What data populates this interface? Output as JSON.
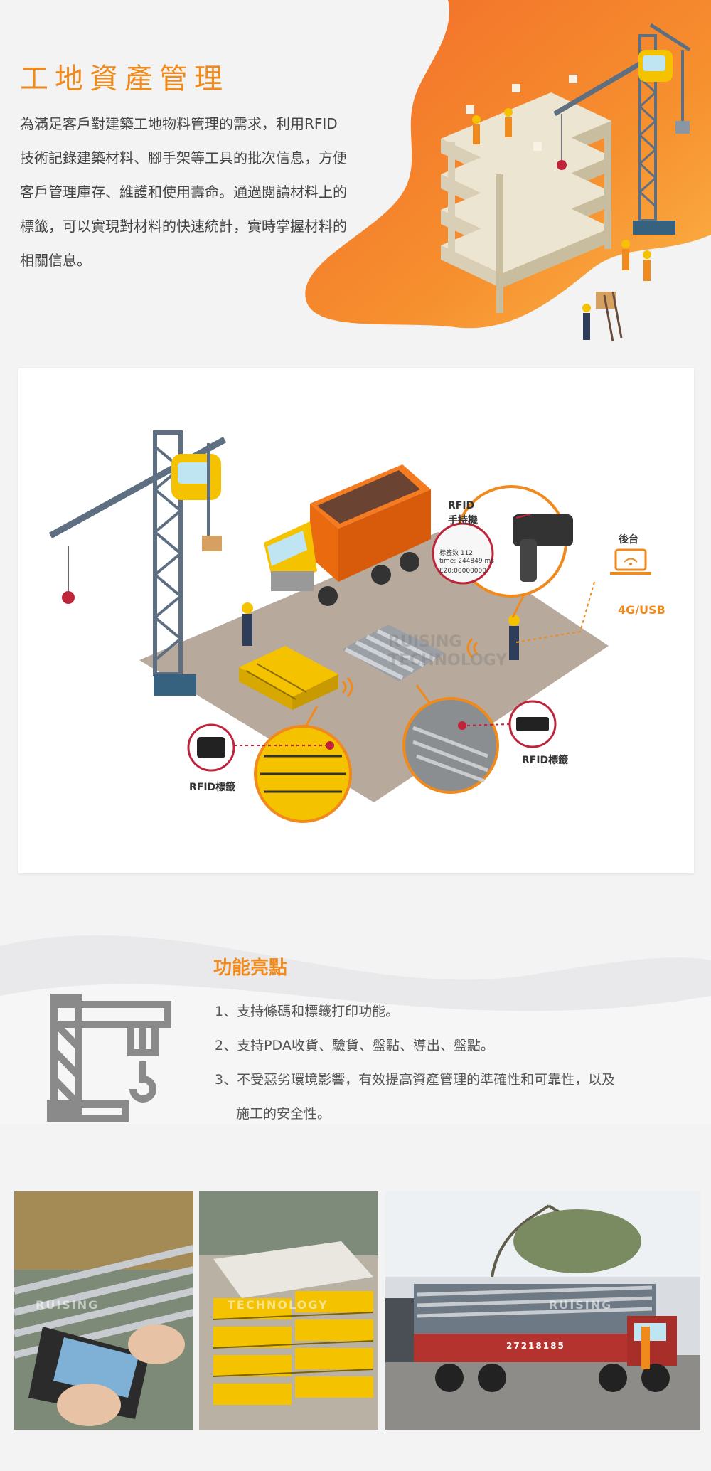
{
  "hero": {
    "title": "工地資產管理",
    "lines": [
      "為滿足客戶對建築工地物料管理的需求，利用RFID",
      "技術記錄建築材料、腳手架等工具的批次信息，方便",
      "客戶管理庫存、維護和使用壽命。通過閱讀材料上的",
      "標籤，可以實現對材料的快速統計，實時掌握材料的",
      "相關信息。"
    ]
  },
  "diagram": {
    "handheld_label_1": "RFID",
    "handheld_label_2": "手持機",
    "backend_label": "後台",
    "link_label": "4G/USB",
    "tag_label_left": "RFID標籤",
    "tag_label_right": "RFID標籤",
    "screen_line_1": "标签数 112",
    "screen_line_2": "time: 244849 ms",
    "screen_line_3": "E20:00000000",
    "watermark_1": "RUISING",
    "watermark_2": "TECHNOLOGY"
  },
  "features": {
    "title": "功能亮點",
    "items": [
      "1、支持條碼和標籤打印功能。",
      "2、支持PDA收貨、驗貨、盤點、導出、盤點。",
      "3、不受惡劣環境影響，有效提高資產管理的準確性和可靠性，以及"
    ],
    "item3_continued": "施工的安全性。"
  },
  "photos": {
    "watermark_1": "RUISING",
    "watermark_2": "TECHNOLOGY",
    "truck_plate": "27218185"
  },
  "colors": {
    "accent": "#f08a1c",
    "accent_light": "#fbb03b",
    "ground": "#b7a99b",
    "steel": "#5f6f82"
  }
}
